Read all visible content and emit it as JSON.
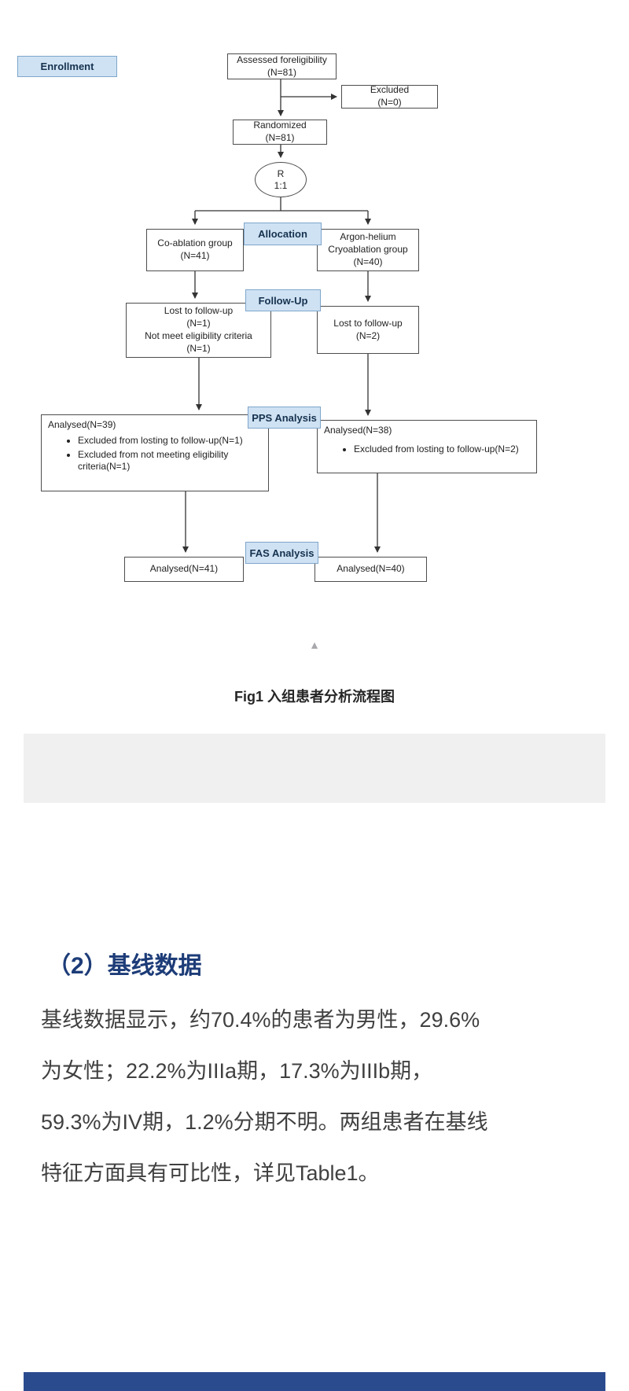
{
  "colors": {
    "label_fill": "#cfe2f3",
    "label_border": "#7ea6cc",
    "box_border": "#4d4d4d",
    "arrow": "#333333",
    "heading": "#1d3c78",
    "body_text": "#404040",
    "caption_text": "#262626",
    "gray_band": "#f0f0f1",
    "bottom_bar": "#2b4b8f"
  },
  "flowchart": {
    "enrollment_label": "Enrollment",
    "assessed": [
      "Assessed foreligibility",
      "(N=81)"
    ],
    "excluded": [
      "Excluded",
      "(N=0)"
    ],
    "randomized": [
      "Randomized",
      "(N=81)"
    ],
    "ratio": [
      "R",
      "1:1"
    ],
    "allocation_label": "Allocation",
    "co_ablation_group": [
      "Co-ablation group",
      "(N=41)"
    ],
    "argon_group": [
      "Argon-helium",
      "Cryoablation group",
      "(N=40)"
    ],
    "followup_label": "Follow-Up",
    "lost_left": [
      "Lost to follow-up",
      "(N=1)",
      "Not meet eligibility criteria",
      "(N=1)"
    ],
    "lost_right": [
      "Lost to follow-up",
      "(N=2)"
    ],
    "pps_label": "PPS Analysis",
    "pps_left": {
      "title": "Analysed(N=39)",
      "bullets": [
        "Excluded from losting to follow-up(N=1)",
        "Excluded from not meeting eligibility criteria(N=1)"
      ]
    },
    "pps_right": {
      "title": "Analysed(N=38)",
      "bullets": [
        "Excluded from losting to follow-up(N=2)"
      ]
    },
    "fas_label": "FAS Analysis",
    "fas_left": "Analysed(N=41)",
    "fas_right": "Analysed(N=40)"
  },
  "figure": {
    "collapse_icon": "▲",
    "caption": "Fig1 入组患者分析流程图"
  },
  "section": {
    "heading": "（2）基线数据",
    "paragraph_lines": [
      "基线数据显示，约70.4%的患者为男性，29.6%",
      "为女性；22.2%为IIIa期，17.3%为IIIb期，",
      "59.3%为IV期，1.2%分期不明。两组患者在基线",
      "特征方面具有可比性，详见Table1。"
    ]
  }
}
